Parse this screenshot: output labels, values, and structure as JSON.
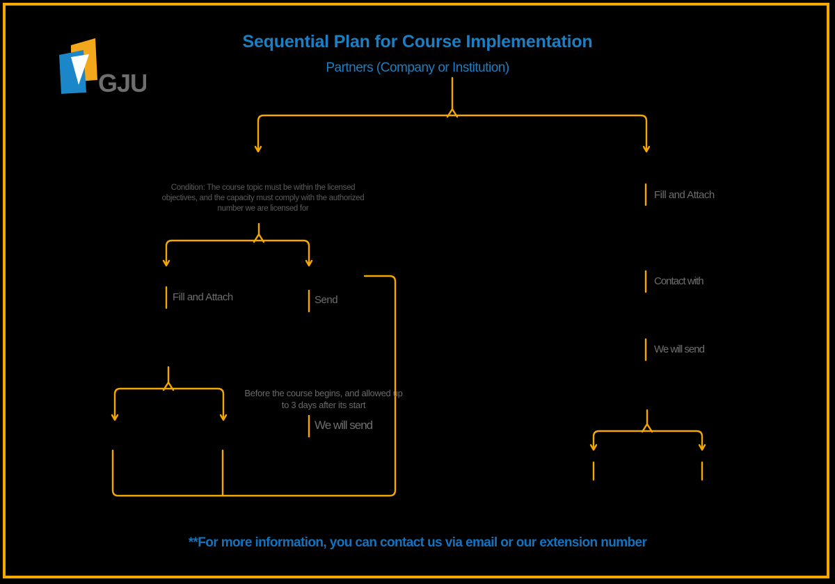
{
  "page": {
    "background_color": "#000000",
    "border_color": "#F5A800",
    "connector_color": "#F5A800"
  },
  "logo": {
    "name": "GJU",
    "wordmark": "GJU",
    "orange_color": "#F3A71B",
    "blue_color": "#1B87C9",
    "white_color": "#FFFFFF",
    "wordmark_color": "#6E6E6E"
  },
  "header": {
    "title": "Sequential Plan for Course Implementation",
    "subtitle": "Partners (Company or Institution)",
    "title_color": "#1C7FC4"
  },
  "footer": {
    "note": "**For more information, you can contact us via email or our extension number",
    "color": "#1572BD"
  },
  "notes": {
    "condition": "Condition: The course topic must be within the licensed objectives, and the capacity must comply with the authorized number we are licensed for",
    "timing": "Before the course begins, and allowed up to 3 days after its start"
  },
  "left_branch": {
    "steps": [
      {
        "label": "Fill and Attach"
      },
      {
        "label": "Send"
      },
      {
        "label": "We will send"
      }
    ]
  },
  "right_branch": {
    "steps": [
      {
        "label": "Fill and Attach"
      },
      {
        "label": "Contact with"
      },
      {
        "label": "We will send"
      }
    ]
  }
}
